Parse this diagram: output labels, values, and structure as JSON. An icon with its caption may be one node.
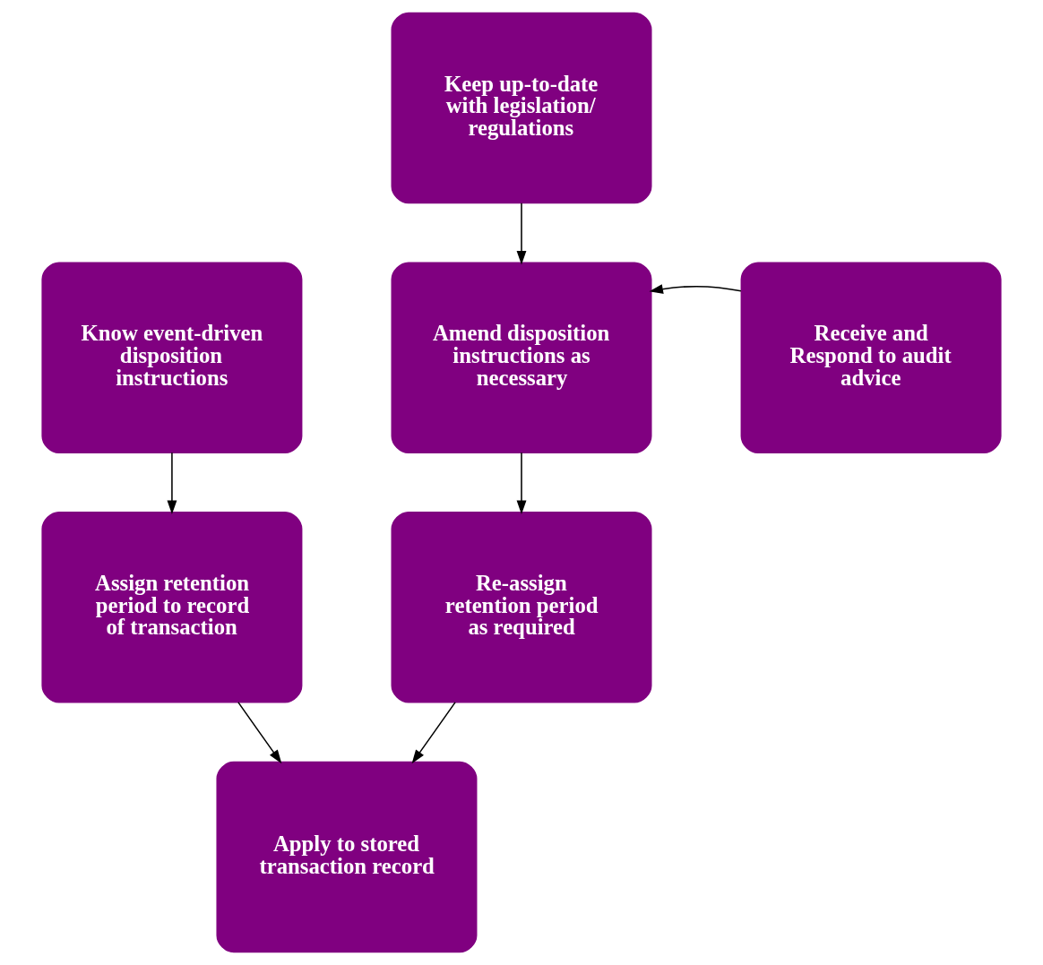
{
  "diagram": {
    "nodes": [
      {
        "text": [
          "Keep up-to-date with legislation/ regulations"
        ]
      },
      {
        "text": [
          "Know event-driven disposition instructions"
        ]
      },
      {
        "text": [
          "Amend disposition instructions as necessary"
        ]
      },
      {
        "text": [
          "Receive and Respond to audit advice"
        ]
      },
      {
        "text": [
          "Assign retention period to record of transaction"
        ]
      },
      {
        "text": [
          "Re-assign retention period as required"
        ]
      },
      {
        "text": [
          "Apply to stored transaction record"
        ]
      }
    ],
    "edges": [
      {
        "from": 0,
        "to": 2,
        "arrow": "to"
      },
      {
        "from": 3,
        "to": 2,
        "arrow": "to"
      },
      {
        "from": 1,
        "to": 4,
        "arrow": "to"
      },
      {
        "from": 2,
        "to": 5,
        "arrow": "to"
      },
      {
        "from": 4,
        "to": 6,
        "arrow": "to"
      },
      {
        "from": 5,
        "to": 6,
        "arrow": "to"
      }
    ]
  }
}
